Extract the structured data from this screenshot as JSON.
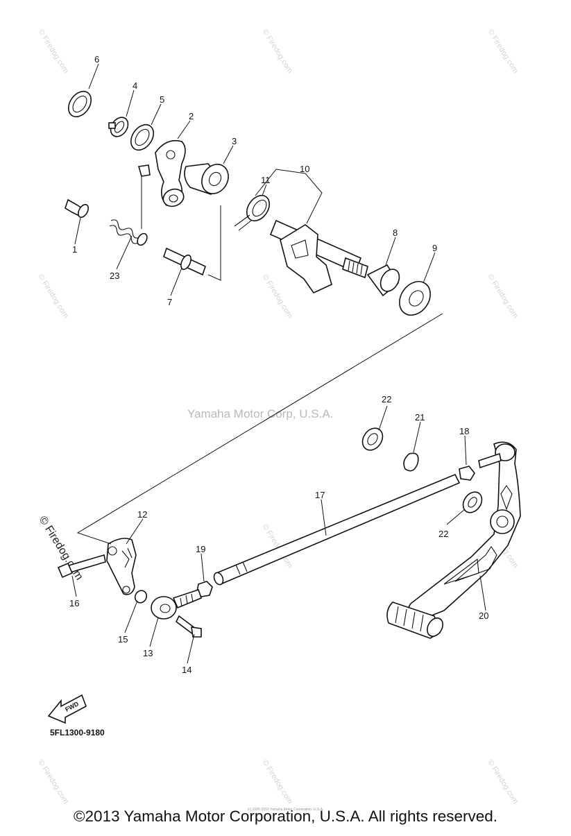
{
  "diagram": {
    "callouts": [
      "1",
      "2",
      "3",
      "4",
      "5",
      "6",
      "7",
      "8",
      "9",
      "10",
      "11",
      "12",
      "13",
      "14",
      "15",
      "16",
      "17",
      "18",
      "19",
      "20",
      "21",
      "22",
      "22",
      "23"
    ],
    "center_watermark": "Yamaha Motor Corp, U.S.A.",
    "tile_watermark": "© Firedog.com",
    "part_code": "5FL1300-9180",
    "fwd_label": "FWD"
  },
  "footer": {
    "copyright": "©2013 Yamaha Motor Corporation, U.S.A. All rights reserved.",
    "fineprint": "(c) 2005-2015 Yamaha Motor Corporation, U.S.A."
  }
}
